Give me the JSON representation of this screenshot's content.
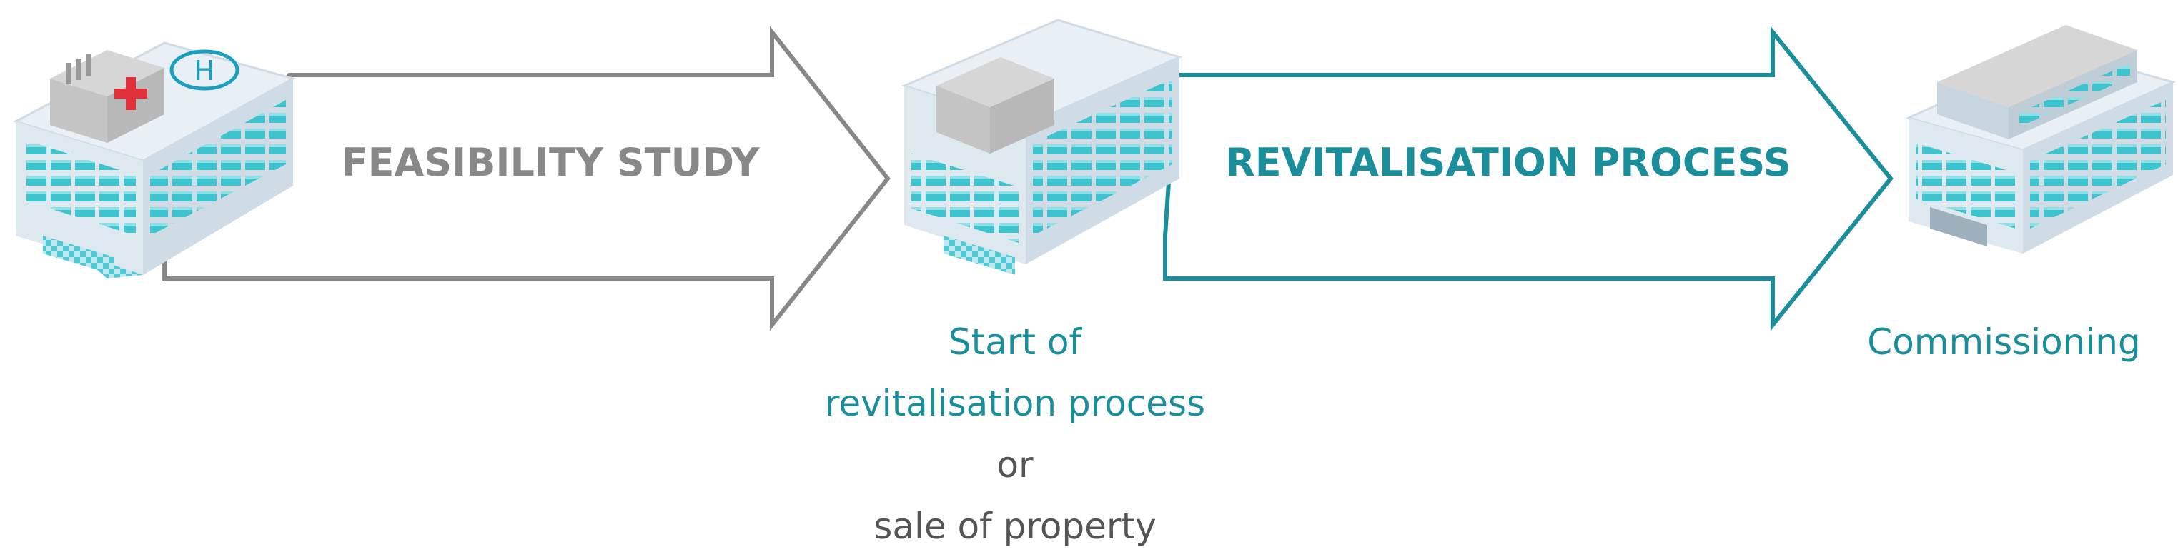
{
  "colors": {
    "gray": "#888888",
    "teal": "#1a8f9b",
    "text_gray": "#555555",
    "red_cross": "#e0303a",
    "building_light": "#e9f0f5",
    "building_side": "#cfdce6",
    "roof_gray": "#d6d6d6",
    "window_teal": "#3ec4cf"
  },
  "arrows": {
    "feasibility": {
      "label": "FEASIBILITY STUDY"
    },
    "revitalisation": {
      "label": "REVITALISATION PROCESS"
    }
  },
  "stages": {
    "hospital": {
      "icon": "hospital-building-icon"
    },
    "start": {
      "icon": "office-building-icon",
      "caption_line1": "Start of",
      "caption_line2": "revitalisation process",
      "caption_line3": "or",
      "caption_line4": "sale of property"
    },
    "commissioning": {
      "icon": "modern-building-icon",
      "caption": "Commissioning"
    }
  }
}
